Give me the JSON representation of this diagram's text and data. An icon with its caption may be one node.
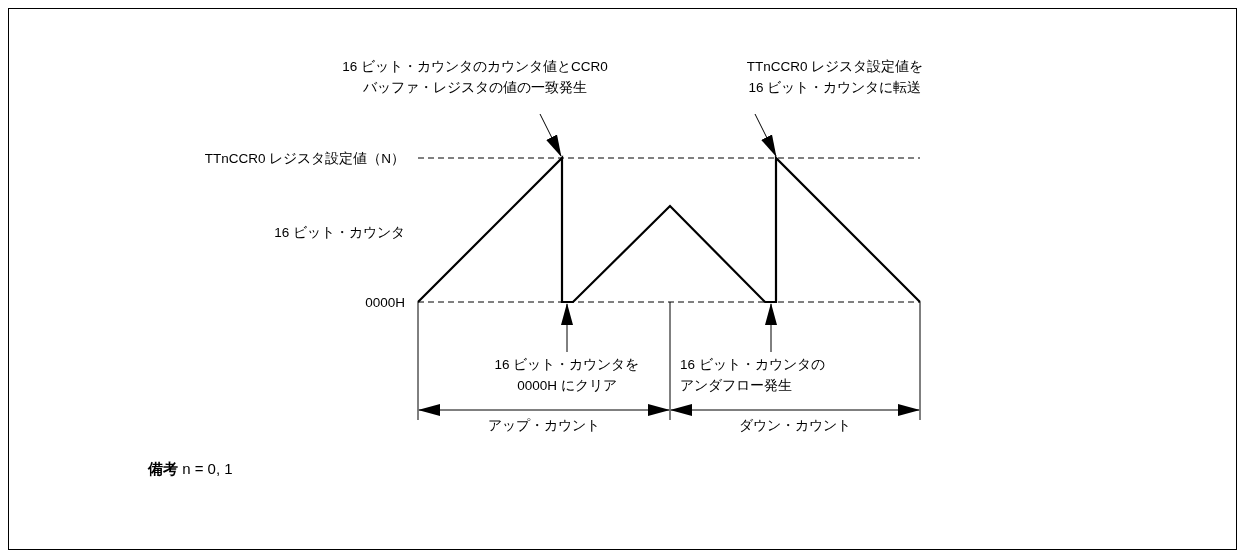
{
  "diagram": {
    "nodes": [
      {
        "text": [
          "16 ビット・カウンタのカウンタ値とCCR0 バッファ・レジスタの値の一致発生"
        ]
      },
      {
        "text": [
          "TTnCCR0 レジスタ設定値を16 ビット・カウンタに転送"
        ]
      },
      {
        "text": [
          "16 ビット・カウンタを0000H にクリア"
        ]
      },
      {
        "text": [
          "16 ビット・カウンタのアンダフロー発生"
        ]
      },
      {
        "text": [],
        "shape": "waveform"
      }
    ],
    "edges": [
      {
        "from": 0,
        "to": 4,
        "arrow": "to"
      },
      {
        "from": 1,
        "to": 4,
        "arrow": "to"
      },
      {
        "from": 2,
        "to": 4,
        "arrow": "to"
      },
      {
        "from": 3,
        "to": 4,
        "arrow": "to"
      }
    ],
    "labels": [
      "TTnCCR0 レジスタ設定値（N）",
      "16 ビット・カウンタ",
      "0000H",
      "アップ・カウント",
      "ダウン・カウント",
      "**備考** n = 0, 1"
    ]
  }
}
